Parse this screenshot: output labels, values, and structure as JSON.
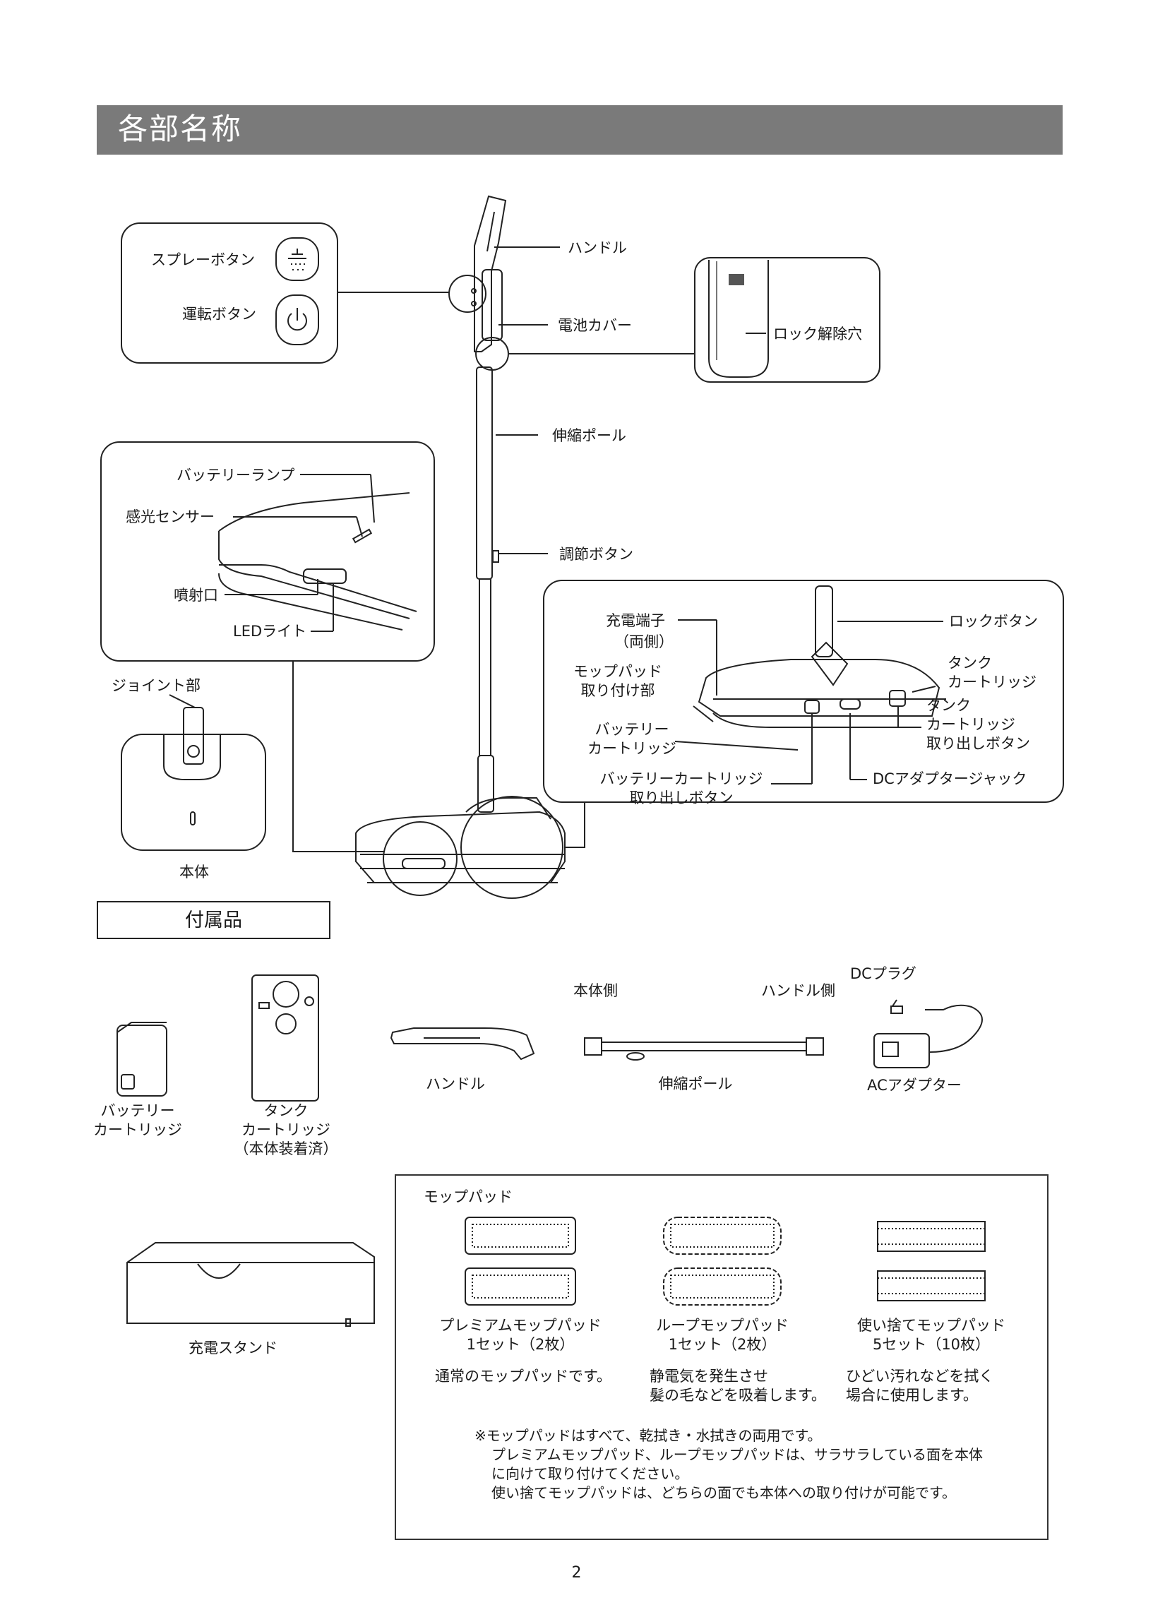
{
  "header": {
    "title": "各部名称"
  },
  "parts": {
    "spray_button": "スプレーボタン",
    "power_button": "運転ボタン",
    "handle": "ハンドル",
    "battery_cover": "電池カバー",
    "lock_release_hole": "ロック解除穴",
    "telescopic_pole": "伸縮ポール",
    "battery_lamp": "バッテリーランプ",
    "light_sensor": "感光センサー",
    "spray_nozzle": "噴射口",
    "led_light": "LEDライト",
    "adjust_button": "調節ボタン",
    "charge_terminal": "充電端子",
    "charge_terminal_note": "（両側）",
    "mop_pad_mount_1": "モップパッド",
    "mop_pad_mount_2": "取り付け部",
    "battery_cartridge_1": "バッテリー",
    "battery_cartridge_2": "カートリッジ",
    "battery_release_1": "バッテリーカートリッジ",
    "battery_release_2": "取り出しボタン",
    "lock_button": "ロックボタン",
    "tank_cartridge_1": "タンク",
    "tank_cartridge_2": "カートリッジ",
    "tank_release_1": "タンク",
    "tank_release_2": "カートリッジ",
    "tank_release_3": "取り出しボタン",
    "dc_jack": "DCアダプタージャック",
    "joint": "ジョイント部",
    "body": "本体"
  },
  "accessories": {
    "title": "付属品",
    "battery_1": "バッテリー",
    "battery_2": "カートリッジ",
    "tank_1": "タンク",
    "tank_2": "カートリッジ",
    "tank_3": "（本体装着済）",
    "handle": "ハンドル",
    "pole_body_side": "本体側",
    "pole_handle_side": "ハンドル側",
    "pole": "伸縮ポール",
    "dc_plug": "DCプラグ",
    "ac_adapter": "ACアダプター",
    "charging_stand": "充電スタンド"
  },
  "mop_pads": {
    "title": "モップパッド",
    "premium_name": "プレミアムモップパッド",
    "premium_qty": "1セット（2枚）",
    "premium_desc": "通常のモップパッドです。",
    "loop_name": "ループモップパッド",
    "loop_qty": "1セット（2枚）",
    "loop_desc_1": "静電気を発生させ",
    "loop_desc_2": "髪の毛などを吸着します。",
    "disposable_name": "使い捨てモップパッド",
    "disposable_qty": "5セット（10枚）",
    "disposable_desc_1": "ひどい汚れなどを拭く",
    "disposable_desc_2": "場合に使用します。",
    "note_1": "※モップパッドはすべて、乾拭き・水拭きの両用です。",
    "note_2": "プレミアムモップパッド、ループモップパッドは、サラサラしている面を本体",
    "note_3": "に向けて取り付けてください。",
    "note_4": "使い捨てモップパッドは、どちらの面でも本体への取り付けが可能です。"
  },
  "page_number": "2"
}
